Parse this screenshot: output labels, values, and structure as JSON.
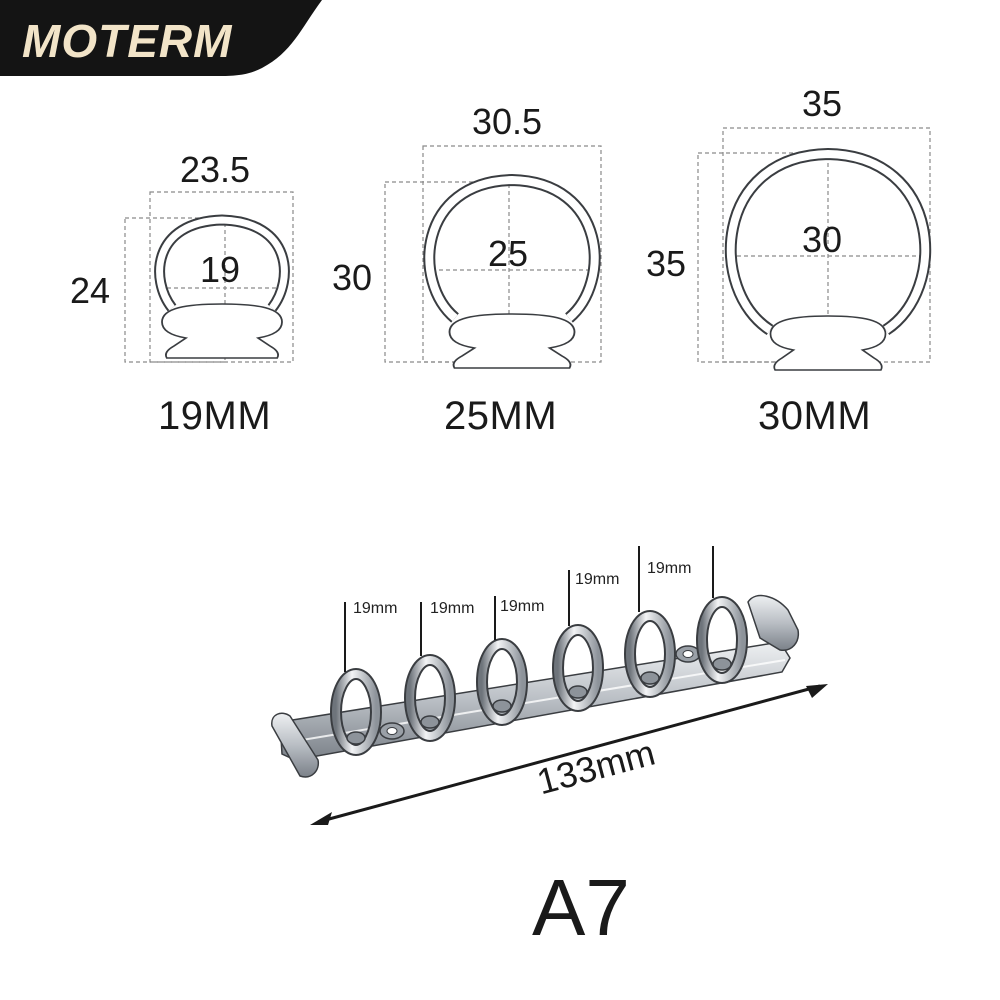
{
  "brand": {
    "name": "MOTERM",
    "bg_color": "#141414",
    "text_color": "#f2e4c8"
  },
  "rings": [
    {
      "id": "19",
      "width": "23.5",
      "height": "24",
      "inner": "19",
      "size_label": "19MM"
    },
    {
      "id": "25",
      "width": "30.5",
      "height": "30",
      "inner": "25",
      "size_label": "25MM"
    },
    {
      "id": "30",
      "width": "35",
      "height": "35",
      "inner": "30",
      "size_label": "30MM"
    }
  ],
  "mechanism": {
    "ring_spacing_labels": [
      "19mm",
      "19mm",
      "19mm",
      "19mm",
      "19mm"
    ],
    "length_label": "133mm",
    "ring_count": 6
  },
  "format_label": "A7",
  "colors": {
    "metal": "#c9cdd2",
    "metal_dark": "#6e747b",
    "outline": "#3a3d41",
    "dim_line": "#8a8a8a",
    "text": "#1a1a1a"
  }
}
